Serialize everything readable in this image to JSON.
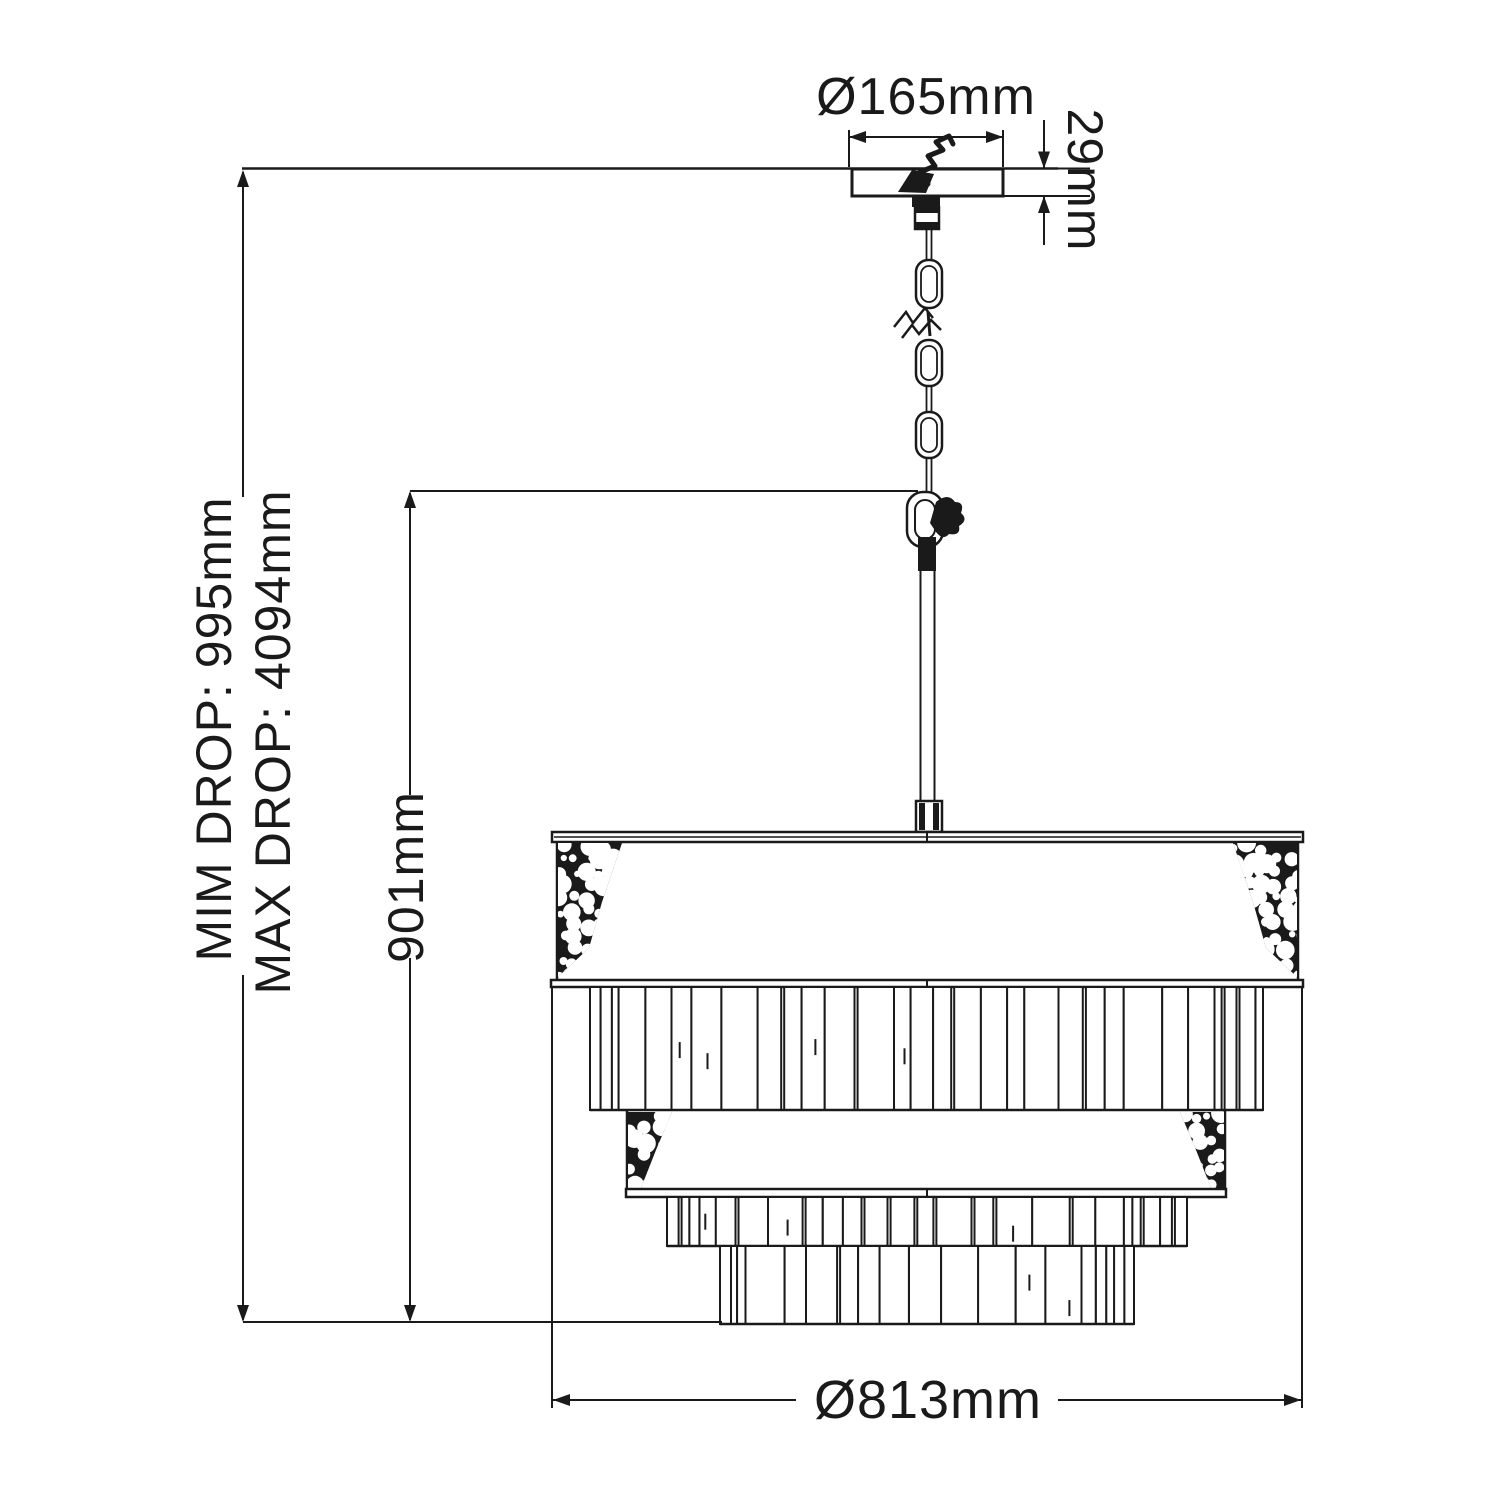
{
  "drawing": {
    "type": "pendant-light-dimension-diagram",
    "labels": {
      "canopy_diameter": "Ø165mm",
      "canopy_height": "29mm",
      "min_drop": "MIM DROP: 995mm",
      "max_drop": "MAX DROP: 4094mm",
      "body_height": "901mm",
      "body_diameter": "Ø813mm"
    },
    "colors": {
      "line": "#1a1a1a",
      "background": "#ffffff"
    }
  }
}
